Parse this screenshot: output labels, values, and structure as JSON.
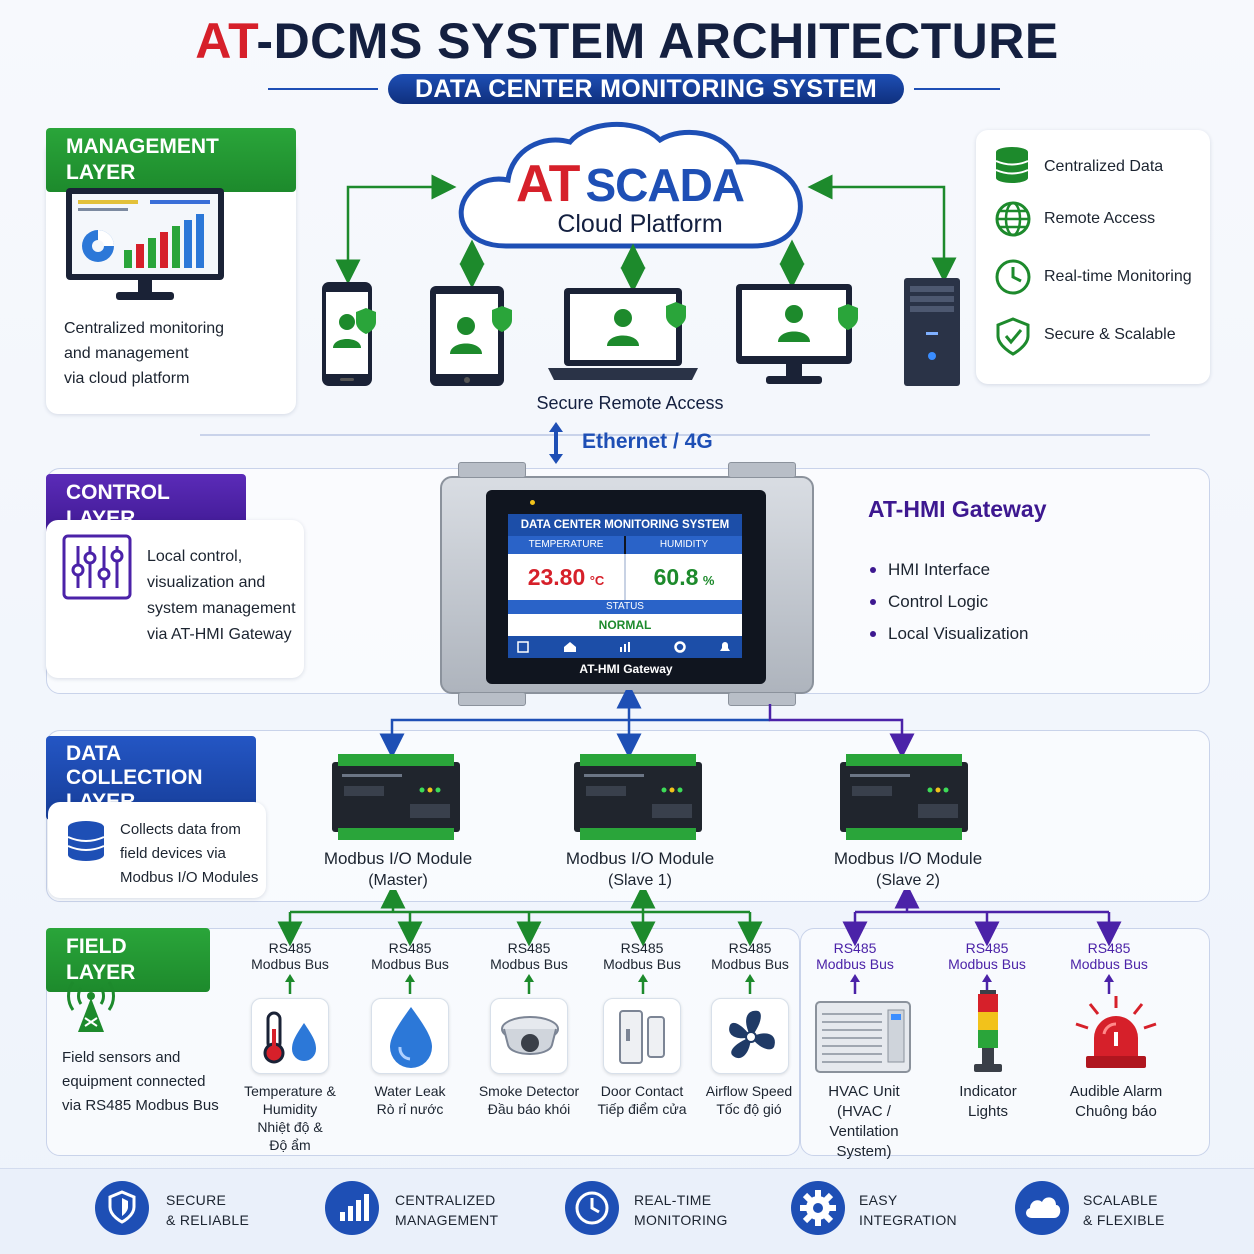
{
  "header": {
    "title_accent": "AT",
    "title_rest": "-DCMS SYSTEM ARCHITECTURE",
    "subtitle": "DATA CENTER MONITORING SYSTEM"
  },
  "management": {
    "tag": "MANAGEMENT LAYER",
    "desc": [
      "Centralized monitoring",
      "and management",
      "via cloud platform"
    ]
  },
  "cloud": {
    "brand_accent": "AT",
    "brand_rest": "SCADA",
    "platform": "Cloud Platform"
  },
  "features": [
    "Centralized Data",
    "Remote Access",
    "Real-time Monitoring",
    "Secure & Scalable"
  ],
  "remote_label": "Secure Remote Access",
  "ethernet_label": "Ethernet / 4G",
  "control": {
    "tag": "CONTROL LAYER",
    "desc": [
      "Local control,",
      "visualization and",
      "system management",
      "via AT-HMI Gateway"
    ]
  },
  "hmi": {
    "screen_title": "DATA CENTER MONITORING SYSTEM",
    "temp_label": "TEMPERATURE",
    "humidity_label": "HUMIDITY",
    "temp_value": "23.80",
    "temp_unit": "°C",
    "hum_value": "60.8",
    "hum_unit": "%",
    "status_label": "STATUS",
    "status_value": "NORMAL",
    "device_label": "AT-HMI Gateway"
  },
  "gateway_info": {
    "title": "AT-HMI Gateway",
    "items": [
      "HMI Interface",
      "Control Logic",
      "Local Visualization"
    ]
  },
  "data_collection": {
    "tag_line1": "DATA COLLECTION",
    "tag_line2": "LAYER",
    "desc": [
      "Collects data from",
      "field devices via",
      "Modbus I/O Modules"
    ]
  },
  "modules": [
    {
      "name": "Modbus I/O Module",
      "role": "(Master)"
    },
    {
      "name": "Modbus I/O Module",
      "role": "(Slave 1)"
    },
    {
      "name": "Modbus I/O Module",
      "role": "(Slave 2)"
    }
  ],
  "field": {
    "tag": "FIELD LAYER",
    "desc": [
      "Field sensors and",
      "equipment connected",
      "via RS485 Modbus Bus"
    ]
  },
  "bus": {
    "line1": "RS485",
    "line2": "Modbus Bus"
  },
  "sensors": [
    {
      "en": "Temperature &",
      "en2": "Humidity",
      "vi": "Nhiệt độ &",
      "vi2": "Độ ẩm"
    },
    {
      "en": "Water Leak",
      "vi": "Rò rỉ nước"
    },
    {
      "en": "Smoke Detector",
      "vi": "Đầu báo khói"
    },
    {
      "en": "Door Contact",
      "vi": "Tiếp điểm cửa"
    },
    {
      "en": "Airflow Speed",
      "vi": "Tốc độ gió"
    }
  ],
  "actuators": [
    {
      "l1": "HVAC Unit",
      "l2": "(HVAC /",
      "l3": "Ventilation System)"
    },
    {
      "l1": "Indicator",
      "l2": "Lights"
    },
    {
      "l1": "Audible Alarm",
      "l2": "Chuông báo"
    }
  ],
  "bottom": [
    {
      "l1": "SECURE",
      "l2": "& RELIABLE",
      "icon": "shield-icon"
    },
    {
      "l1": "CENTRALIZED",
      "l2": "MANAGEMENT",
      "icon": "bar-chart-icon"
    },
    {
      "l1": "REAL-TIME",
      "l2": "MONITORING",
      "icon": "clock-icon"
    },
    {
      "l1": "EASY",
      "l2": "INTEGRATION",
      "icon": "gear-icon"
    },
    {
      "l1": "SCALABLE",
      "l2": "& FLEXIBLE",
      "icon": "cloud-icon"
    }
  ],
  "colors": {
    "green": "#1d8a2c",
    "purple": "#4b22a8",
    "blue": "#1e4fb5",
    "red": "#d6202a",
    "navy": "#142040"
  }
}
